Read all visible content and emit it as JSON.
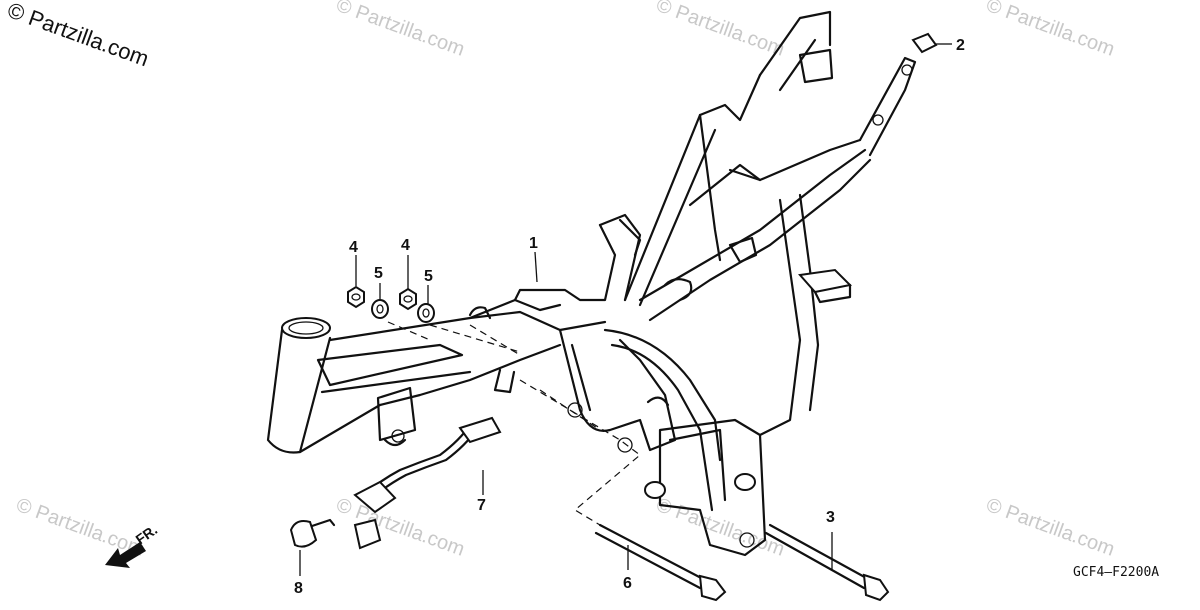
{
  "copyright": "© Partzilla.com",
  "watermark_text": "© Partzilla.com",
  "diagram_code": "GCF4–F2200A",
  "front_indicator": "FR.",
  "callouts": {
    "c1": "1",
    "c2": "2",
    "c3": "3",
    "c4a": "4",
    "c4b": "4",
    "c5a": "5",
    "c5b": "5",
    "c6": "6",
    "c7": "7",
    "c8": "8"
  },
  "colors": {
    "line": "#111111",
    "watermark": "#c8c8c8",
    "background": "#ffffff"
  }
}
